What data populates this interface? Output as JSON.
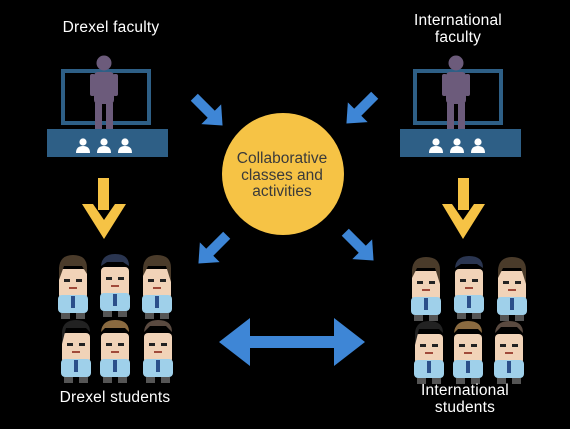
{
  "labels": {
    "drexel_faculty": "Drexel faculty",
    "international_faculty_line1": "International",
    "international_faculty_line2": "faculty",
    "center_line1": "Collaborative",
    "center_line2": "classes and",
    "center_line3": "activities",
    "drexel_students": "Drexel students",
    "international_students_line1": "International",
    "international_students_line2": "students"
  },
  "colors": {
    "background": "#000000",
    "arrow_blue": "#3e86d6",
    "arrow_yellow": "#f6c345",
    "center_circle": "#f6c345",
    "presenter_purple": "#6c5b7b",
    "stage_blue": "#2e5f86",
    "screen_outline": "#2e5f86"
  },
  "icons": [
    "presenter-icon",
    "audience-icon",
    "student-icon",
    "arrow-icon",
    "double-arrow-icon"
  ]
}
